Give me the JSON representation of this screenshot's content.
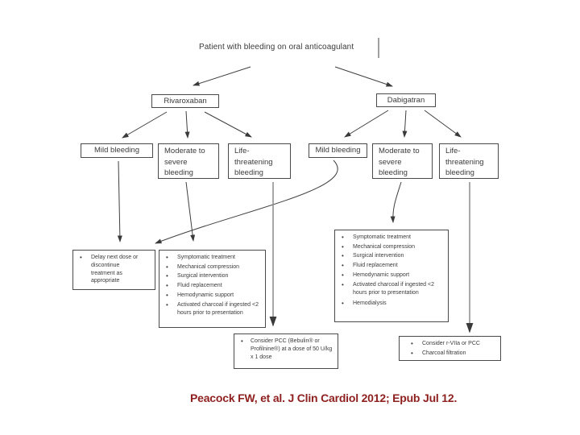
{
  "flowchart": {
    "root_label": "Patient with bleeding on oral anticoagulant",
    "drugs": [
      {
        "label": "Rivaroxaban"
      },
      {
        "label": "Dabigatran"
      }
    ],
    "severity": {
      "mild": "Mild bleeding",
      "moderate": "Moderate to severe bleeding",
      "life_threatening": "Life-threatening bleeding"
    },
    "management": {
      "mild_both": [
        "Delay next dose or discontinue treatment as appropriate"
      ],
      "rivaroxaban_moderate": [
        "Symptomatic treatment",
        "Mechanical compression",
        "Surgical intervention",
        "Fluid replacement",
        "Hemodynamic support",
        "Activated charcoal if ingested <2 hours prior to presentation"
      ],
      "dabigatran_moderate": [
        "Symptomatic treatment",
        "Mechanical compression",
        "Surgical intervention",
        "Fluid replacement",
        "Hemodynamic support",
        "Activated charcoal if ingested <2 hours prior to presentation",
        "Hemodialysis"
      ],
      "rivaroxaban_life_threatening": [
        "Consider PCC (Bebulin® or Profilnine®) at a dose of 50 U/kg x 1 dose"
      ],
      "dabigatran_life_threatening": [
        "Consider r-VIIa or PCC",
        "Charcoal filtration"
      ]
    }
  },
  "citation": {
    "text": "Peacock FW, et al.  J Clin Cardiol 2012;  Epub Jul 12."
  },
  "colors": {
    "box_border": "#4a4a4a",
    "text": "#3b3b3b",
    "connector": "#3f3f3f",
    "connector_gray": "#8c8c8c",
    "citation": "#8e1f1f"
  }
}
